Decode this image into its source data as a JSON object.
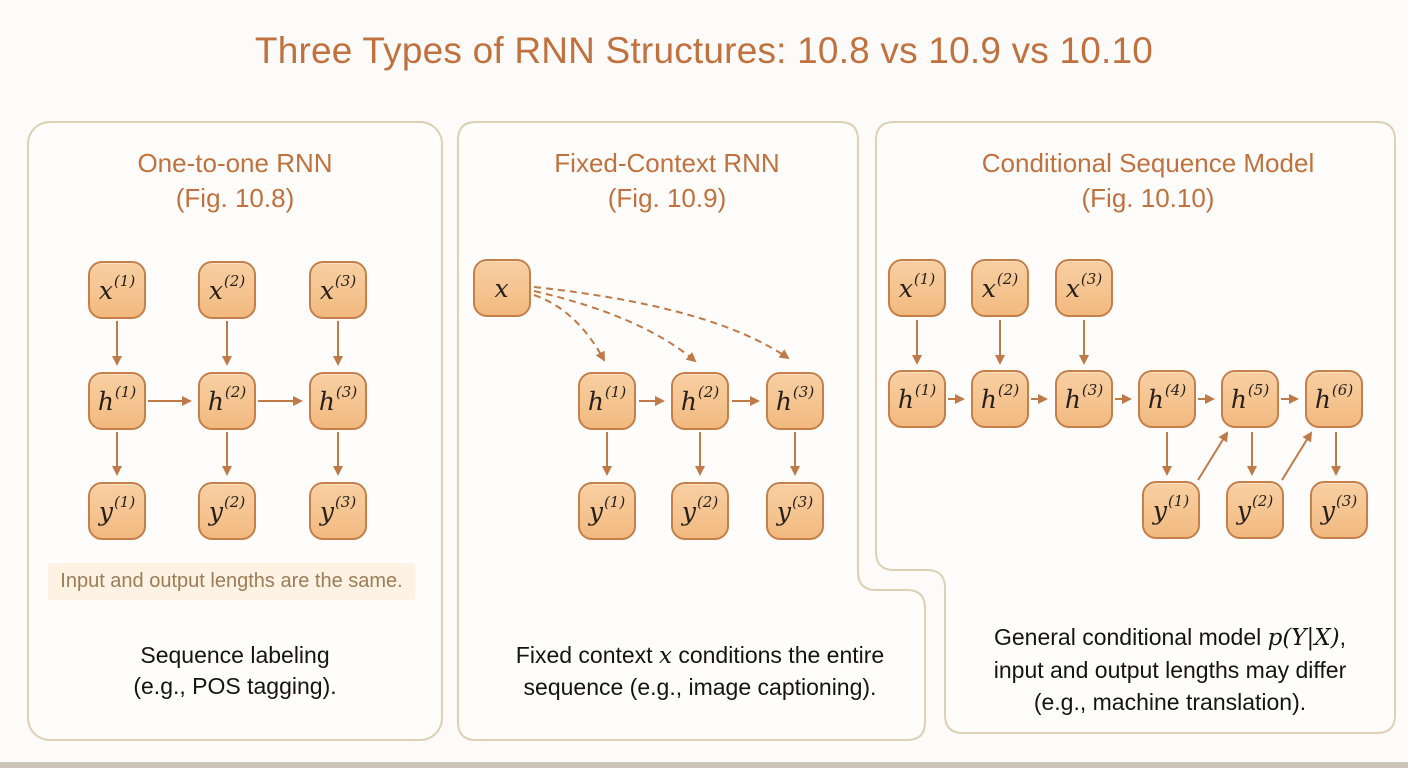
{
  "title": "Three Types of RNN Structures: 10.8 vs 10.9 vs 10.10",
  "colors": {
    "title_text": "#c1713e",
    "panel_border": "#ddd0b5",
    "node_fill": "#f5c490",
    "node_border": "#c67f48",
    "arrow": "#bf7a48",
    "note_text": "#9d7d55",
    "note_background": "#fdf2e4",
    "caption_text": "#141414"
  },
  "panels": [
    {
      "header_line1": "One-to-one RNN",
      "header_line2": "(Fig. 10.8)",
      "note": "Input and output lengths are the same.",
      "caption_line1": "Sequence labeling",
      "caption_line2": "(e.g., POS tagging).",
      "nodes": {
        "x1": {
          "base": "x",
          "sup": "(1)"
        },
        "x2": {
          "base": "x",
          "sup": "(2)"
        },
        "x3": {
          "base": "x",
          "sup": "(3)"
        },
        "h1": {
          "base": "h",
          "sup": "(1)"
        },
        "h2": {
          "base": "h",
          "sup": "(2)"
        },
        "h3": {
          "base": "h",
          "sup": "(3)"
        },
        "y1": {
          "base": "y",
          "sup": "(1)"
        },
        "y2": {
          "base": "y",
          "sup": "(2)"
        },
        "y3": {
          "base": "y",
          "sup": "(3)"
        }
      }
    },
    {
      "header_line1": "Fixed-Context RNN",
      "header_line2": "(Fig. 10.9)",
      "caption_line1_pre": "Fixed context ",
      "caption_line1_math": "x",
      "caption_line1_post": " conditions the entire",
      "caption_line2": "sequence (e.g., image captioning).",
      "nodes": {
        "ctx": {
          "base": "x",
          "sup": ""
        },
        "h1": {
          "base": "h",
          "sup": "(1)"
        },
        "h2": {
          "base": "h",
          "sup": "(2)"
        },
        "h3": {
          "base": "h",
          "sup": "(3)"
        },
        "y1": {
          "base": "y",
          "sup": "(1)"
        },
        "y2": {
          "base": "y",
          "sup": "(2)"
        },
        "y3": {
          "base": "y",
          "sup": "(3)"
        }
      }
    },
    {
      "header_line1": "Conditional Sequence Model",
      "header_line2": "(Fig. 10.10)",
      "caption_line1_pre": "General conditional model ",
      "caption_line1_math": "p(Y|X)",
      "caption_line1_post": ",",
      "caption_line2": "input and output lengths may differ",
      "caption_line3": "(e.g., machine translation).",
      "nodes": {
        "x1": {
          "base": "x",
          "sup": "(1)"
        },
        "x2": {
          "base": "x",
          "sup": "(2)"
        },
        "x3": {
          "base": "x",
          "sup": "(3)"
        },
        "h1": {
          "base": "h",
          "sup": "(1)"
        },
        "h2": {
          "base": "h",
          "sup": "(2)"
        },
        "h3": {
          "base": "h",
          "sup": "(3)"
        },
        "h4": {
          "base": "h",
          "sup": "(4)"
        },
        "h5": {
          "base": "h",
          "sup": "(5)"
        },
        "h6": {
          "base": "h",
          "sup": "(6)"
        },
        "y1": {
          "base": "y",
          "sup": "(1)"
        },
        "y2": {
          "base": "y",
          "sup": "(2)"
        },
        "y3": {
          "base": "y",
          "sup": "(3)"
        }
      }
    }
  ]
}
